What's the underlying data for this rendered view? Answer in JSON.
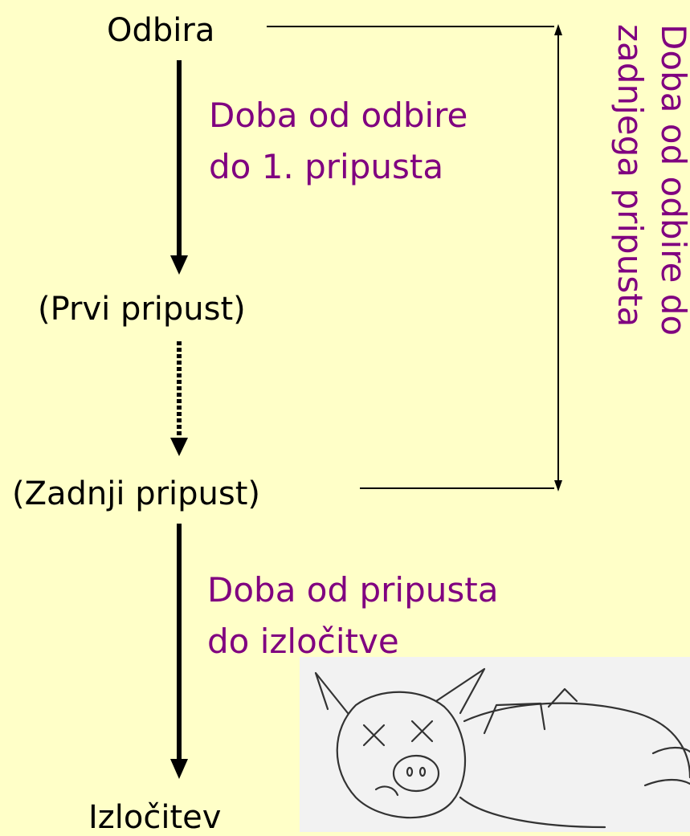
{
  "nodes": {
    "weaning": "Odbira",
    "first_mating": "(Prvi pripust)",
    "last_mating": "(Zadnji pripust)",
    "culling": "Izločitev"
  },
  "intervals": {
    "weaning_to_first_line1": "Doba od odbire",
    "weaning_to_first_line2": "do 1. pripusta",
    "mating_to_culling_line1": "Doba od pripusta",
    "mating_to_culling_line2": "do izločitve",
    "weaning_to_last_line1": "Doba od odbire do",
    "weaning_to_last_line2": "zadnjega pripusta"
  },
  "colors": {
    "background": "#ffffc8",
    "node_text": "#000000",
    "interval_text": "#800080"
  }
}
